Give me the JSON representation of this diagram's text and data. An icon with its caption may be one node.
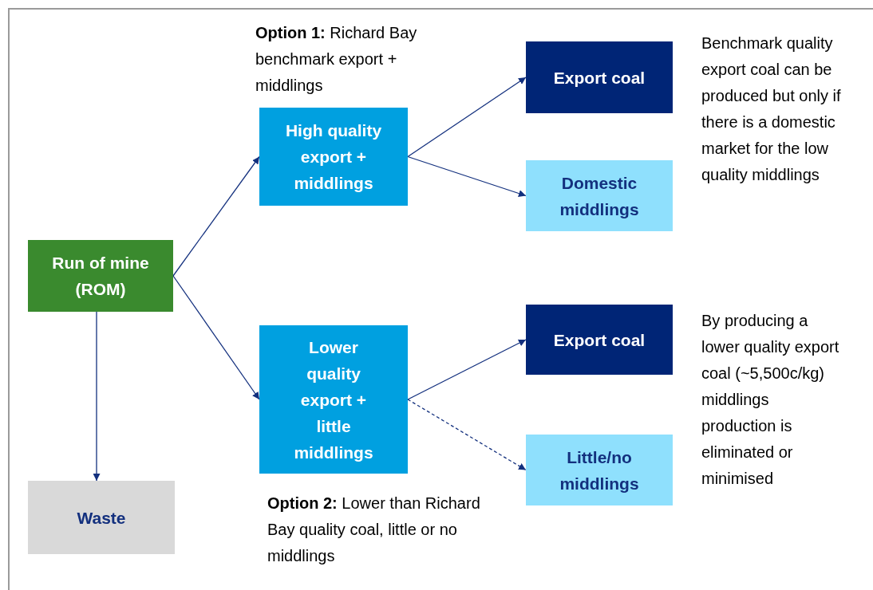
{
  "diagram": {
    "nodes": [
      {
        "text": [
          "Run of mine (ROM)"
        ]
      },
      {
        "text": [
          "High quality export + middlings"
        ],
        "beside": [
          "**Option 1:** Richard Bay benchmark export + middlings"
        ]
      },
      {
        "text": [
          "Export coal"
        ]
      },
      {
        "text": [
          "Domestic middlings"
        ]
      },
      {
        "text": [
          "Lower quality export + little middlings"
        ],
        "beside": [
          "**Option 2:** Lower than Richard Bay quality coal, little or no middlings"
        ]
      },
      {
        "text": [
          "Export coal"
        ]
      },
      {
        "text": [
          "Little/no middlings"
        ]
      },
      {
        "text": [
          "Waste"
        ]
      }
    ],
    "edges": [
      {
        "from": 0,
        "to": 1,
        "arrow": "to"
      },
      {
        "from": 0,
        "to": 4,
        "arrow": "to"
      },
      {
        "from": 0,
        "to": 7,
        "arrow": "to"
      },
      {
        "from": 1,
        "to": 2,
        "arrow": "to"
      },
      {
        "from": 1,
        "to": 3,
        "arrow": "to"
      },
      {
        "from": 4,
        "to": 5,
        "arrow": "to"
      },
      {
        "from": 4,
        "to": 6,
        "arrow": "to",
        "style": "dashed"
      }
    ],
    "labels": [
      "Benchmark quality export coal can be produced but only if there is a domestic market for the low quality middlings",
      "By producing a lower quality export coal (~5,500c/kg) middlings production is eliminated or minimised"
    ]
  }
}
